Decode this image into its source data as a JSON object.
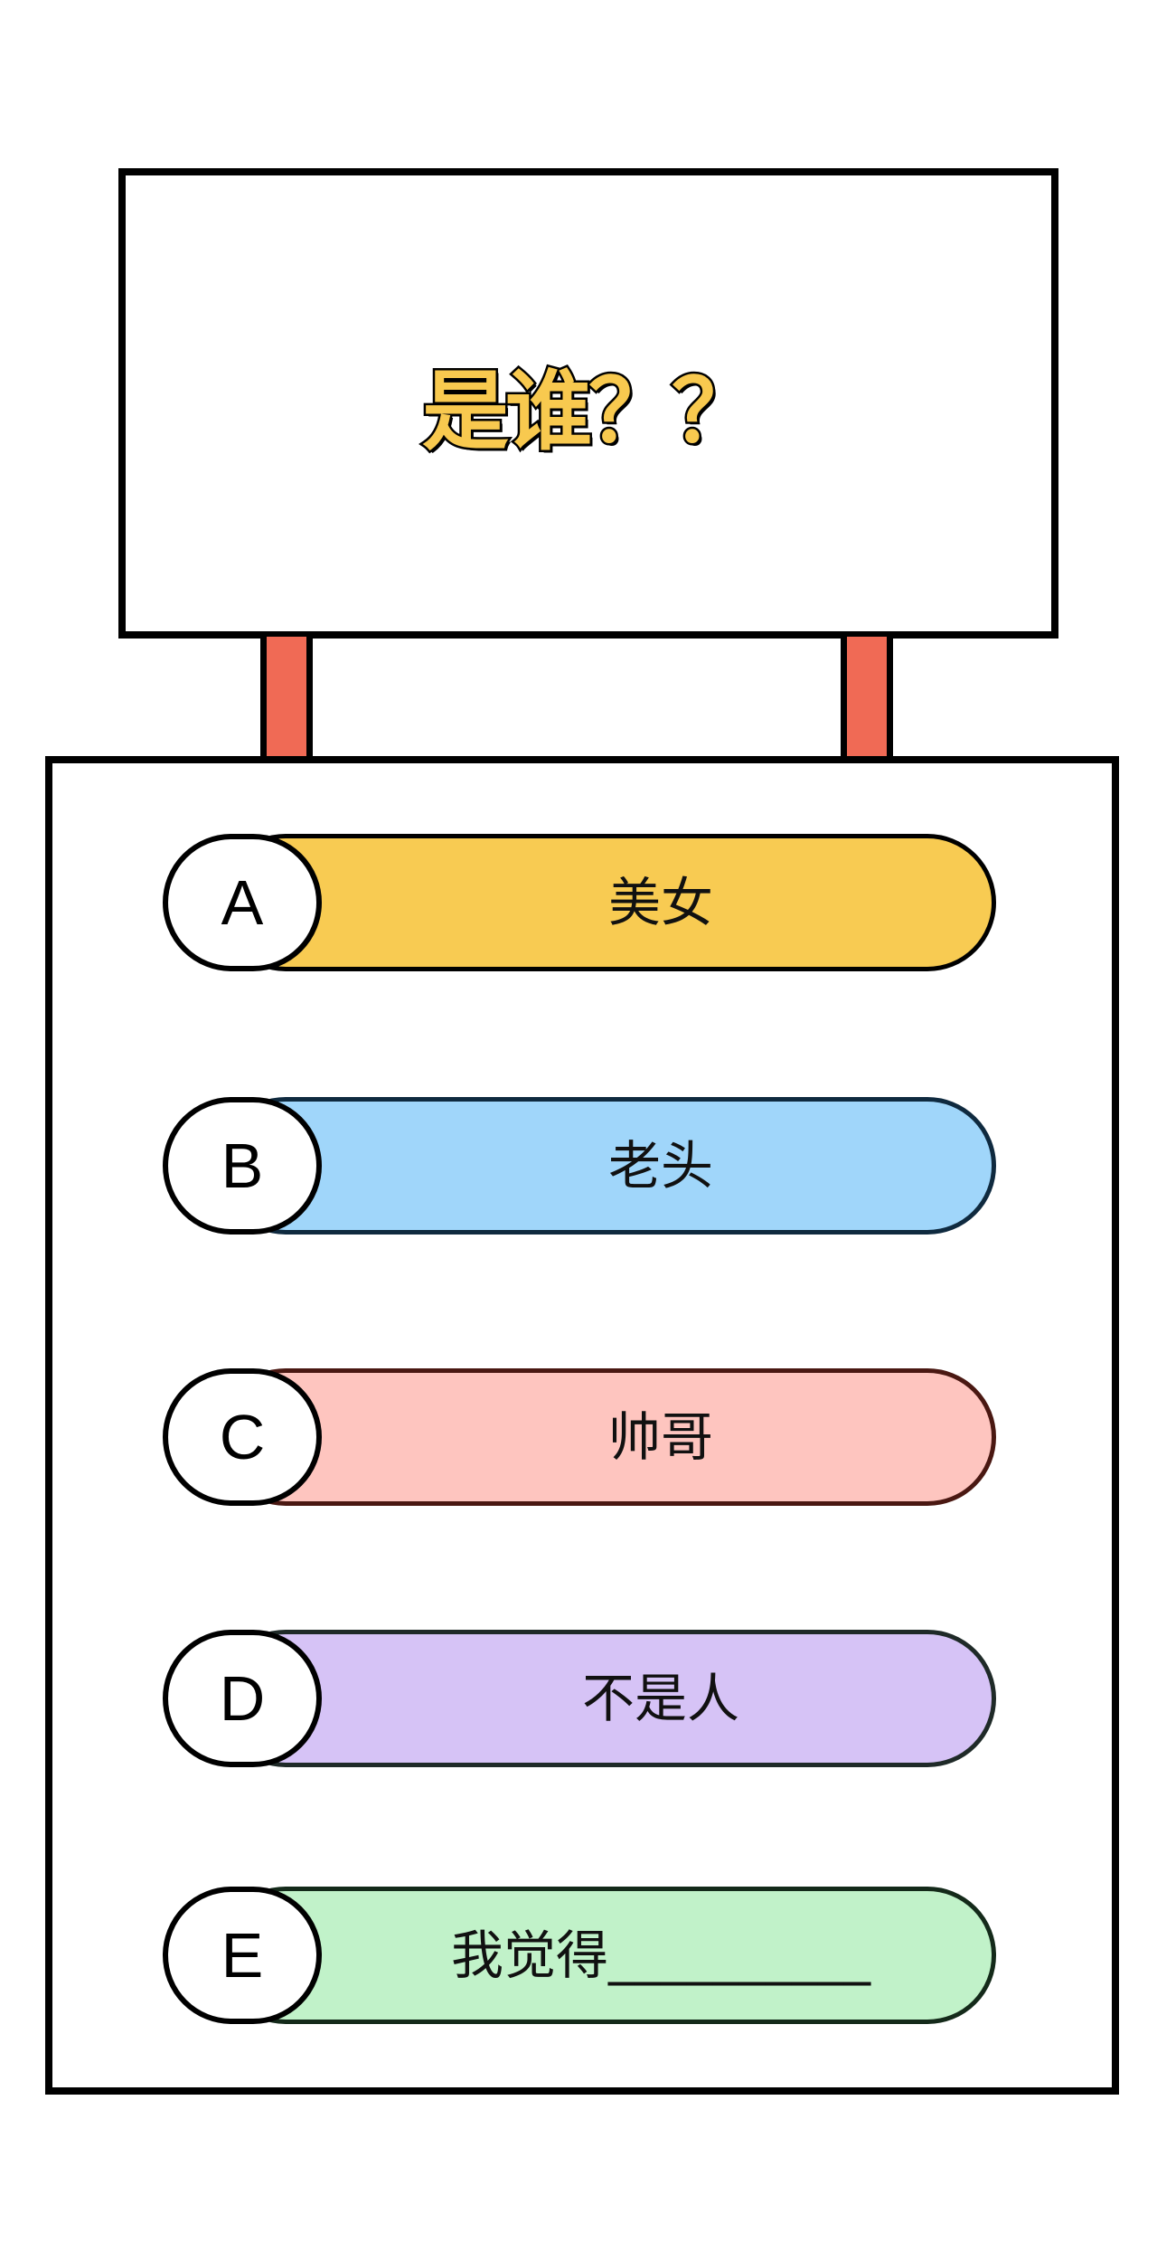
{
  "sign": {
    "title": "是谁？？"
  },
  "colors": {
    "title_fill": "#f8c94f",
    "post": "#f06a55"
  },
  "options": [
    {
      "letter": "A",
      "text": "美女",
      "bg": "#f8cb52",
      "border": "#000000"
    },
    {
      "letter": "B",
      "text": "老头",
      "bg": "#a0d6fa",
      "border": "#0f2a3f"
    },
    {
      "letter": "C",
      "text": "帅哥",
      "bg": "#fec5bf",
      "border": "#4a1812"
    },
    {
      "letter": "D",
      "text": "不是人",
      "bg": "#d6c3f6",
      "border": "#1f2a28"
    },
    {
      "letter": "E",
      "text": "我觉得__________",
      "bg": "#c1f2c9",
      "border": "#142a1a"
    }
  ]
}
